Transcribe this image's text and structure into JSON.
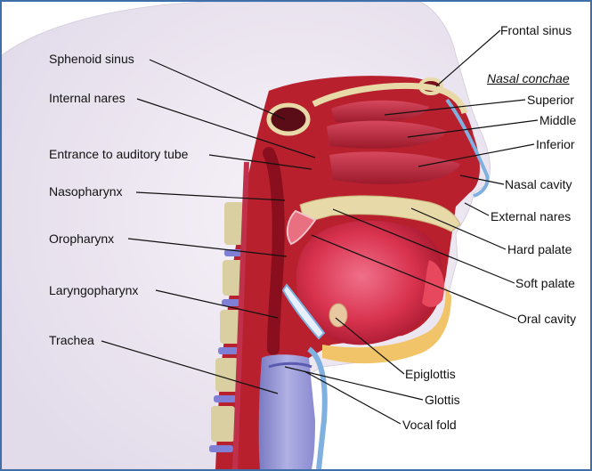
{
  "labels": {
    "frontal_sinus": "Frontal sinus",
    "nasal_conchae": "Nasal conchae",
    "superior": "Superior",
    "middle": "Middle",
    "inferior": "Inferior",
    "nasal_cavity": "Nasal cavity",
    "external_nares": "External nares",
    "hard_palate": "Hard palate",
    "soft_palate": "Soft palate",
    "oral_cavity": "Oral cavity",
    "epiglottis": "Epiglottis",
    "glottis": "Glottis",
    "vocal_fold": "Vocal fold",
    "sphenoid_sinus": "Sphenoid sinus",
    "internal_nares": "Internal nares",
    "entrance_auditory_tube": "Entrance to auditory tube",
    "nasopharynx": "Nasopharynx",
    "oropharynx": "Oropharynx",
    "laryngopharynx": "Laryngopharynx",
    "trachea": "Trachea"
  },
  "colors": {
    "frame": "#3f6fa8",
    "skin": "#ece6f0",
    "tissue_red": "#b8202e",
    "concha": "#c8364a",
    "tongue": "#d8324e",
    "vertebra": "#d9cfa0",
    "disc": "#7f7fd6",
    "trachea": "#8f8fcf",
    "bone": "#e8d9a8",
    "fat": "#f2c46a",
    "leader": "#111111"
  }
}
